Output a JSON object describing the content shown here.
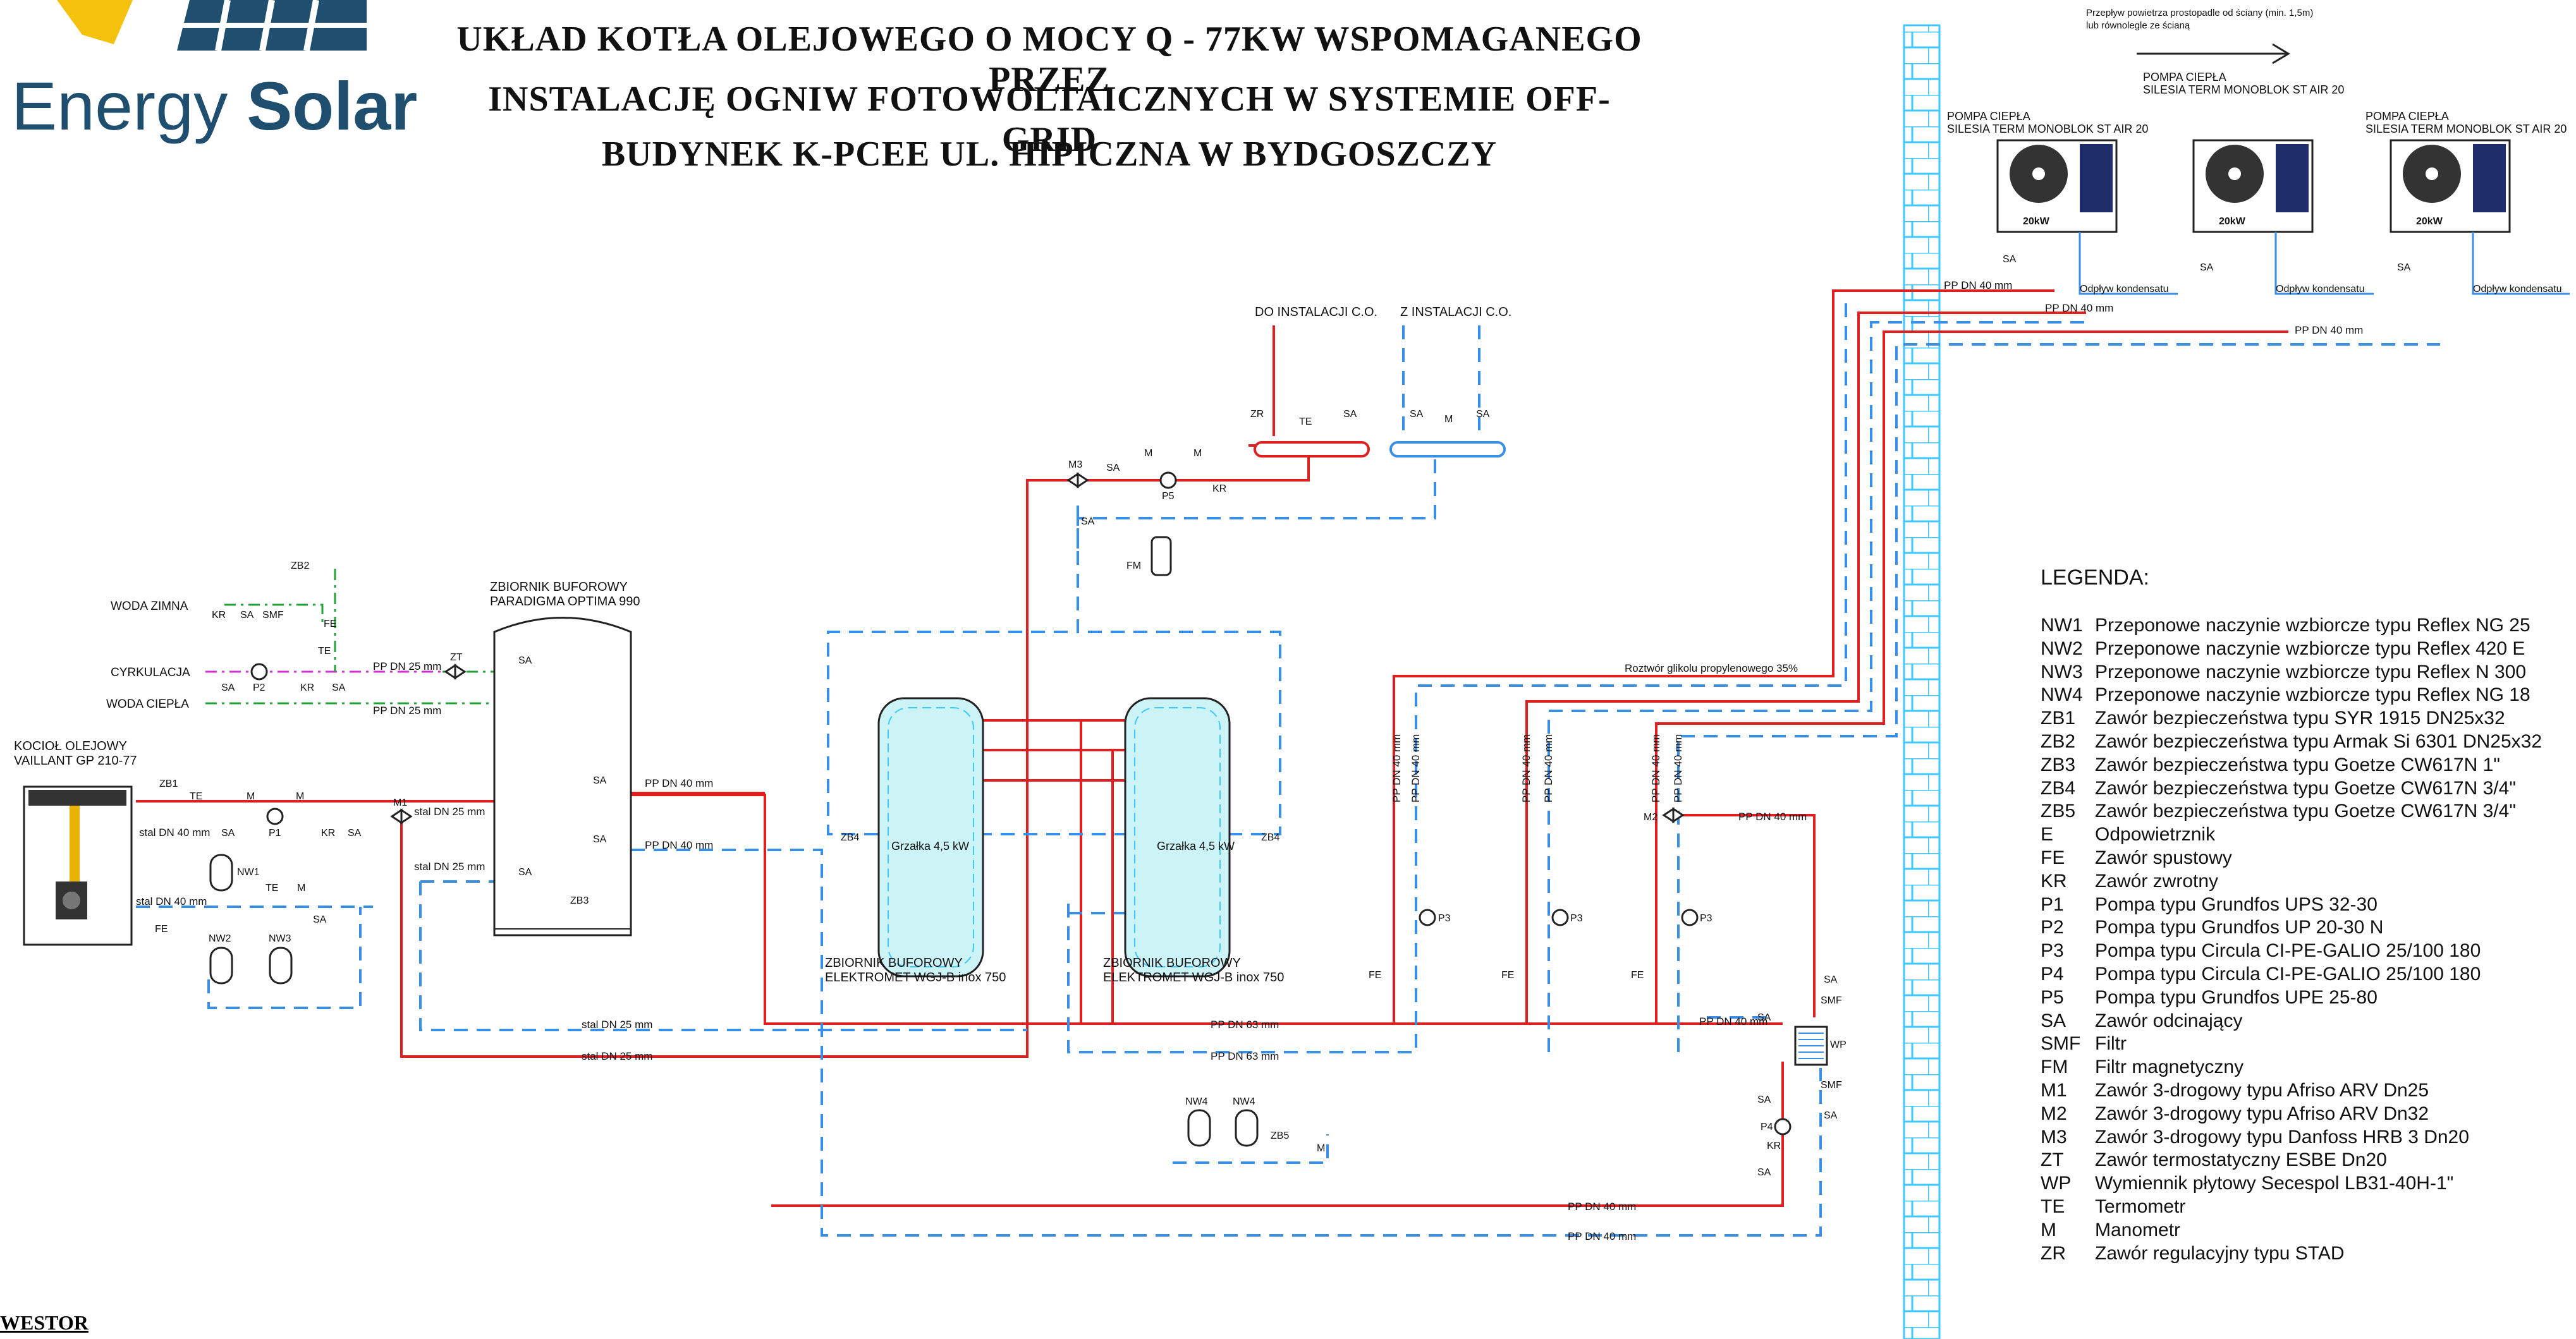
{
  "logo": {
    "word1": "Energy ",
    "word2": "Solar"
  },
  "title": {
    "line1": "UKŁAD KOTŁA OLEJOWEGO O MOCY Q - 77KW WSPOMAGANEGO PRZEZ",
    "line2": "INSTALACJĘ OGNIW FOTOWOLTAICZNYCH W SYSTEMIE OFF-GRID",
    "line3": "BUDYNEK K-PCEE UL. HIPICZNA W BYDGOSZCZY"
  },
  "investor_label": "WESTOR",
  "labels": {
    "boiler": "KOCIOŁ OLEJOWY",
    "boiler_model": "VAILLANT GP 210-77",
    "woda_zimna": "WODA ZIMNA",
    "cyrkulacja": "CYRKULACJA",
    "woda_ciepla": "WODA CIEPŁA",
    "buffer1_a": "ZBIORNIK BUFOROWY",
    "buffer1_b": "PARADIGMA OPTIMA 990",
    "buffer2_a": "ZBIORNIK BUFOROWY",
    "buffer2_b": "ELEKTROMET WGJ-B inox 750",
    "buffer3_a": "ZBIORNIK BUFOROWY",
    "buffer3_b": "ELEKTROMET WGJ-B inox 750",
    "do_co": "DO INSTALACJI C.O.",
    "z_co": "Z INSTALACJI C.O.",
    "glycol": "Roztwór glikolu propylenowego 35%",
    "airflow_1": "Przepływ powietrza prostopadle od ściany (min. 1,5m)",
    "airflow_2": "lub równolegle ze ścianą",
    "hp_a": "POMPA CIEPŁA",
    "hp_b": "SILESIA TERM MONOBLOK ST AIR 20",
    "hp_power": "20kW",
    "condensate": "Odpływ kondensatu",
    "heater": "Grzałka 4,5 kW",
    "pipe_pp40": "PP DN 40 mm",
    "pipe_pp25": "PP DN 25 mm",
    "pipe_pp63": "PP DN 63 mm",
    "pipe_stal40": "stal DN 40 mm",
    "pipe_stal25": "stal DN 25 mm",
    "pipe_pp40_vert": "PP DN 40 mm"
  },
  "tags": {
    "SA": "SA",
    "SMF": "SMF",
    "KR": "KR",
    "FE": "FE",
    "TE": "TE",
    "M": "M",
    "ZT": "ZT",
    "ZR": "ZR",
    "FM": "FM",
    "WP": "WP",
    "P1": "P1",
    "P2": "P2",
    "P3": "P3",
    "P4": "P4",
    "P5": "P5",
    "M1": "M1",
    "M2": "M2",
    "M3": "M3",
    "ZB1": "ZB1",
    "ZB2": "ZB2",
    "ZB3": "ZB3",
    "ZB4": "ZB4",
    "ZB5": "ZB5",
    "NW1": "NW1",
    "NW2": "NW2",
    "NW3": "NW3",
    "NW4": "NW4"
  },
  "legend": {
    "title": "LEGENDA:",
    "items": [
      {
        "code": "NW1",
        "text": "Przeponowe naczynie wzbiorcze typu Reflex NG 25"
      },
      {
        "code": "NW2",
        "text": "Przeponowe naczynie wzbiorcze typu Reflex 420 E"
      },
      {
        "code": "NW3",
        "text": "Przeponowe naczynie wzbiorcze typu Reflex N 300"
      },
      {
        "code": "NW4",
        "text": "Przeponowe naczynie wzbiorcze typu Reflex NG 18"
      },
      {
        "code": "ZB1",
        "text": "Zawór bezpieczeństwa typu SYR 1915 DN25x32"
      },
      {
        "code": "ZB2",
        "text": "Zawór bezpieczeństwa typu Armak Si 6301 DN25x32"
      },
      {
        "code": "ZB3",
        "text": "Zawór bezpieczeństwa typu Goetze CW617N 1\""
      },
      {
        "code": "ZB4",
        "text": "Zawór bezpieczeństwa typu Goetze CW617N 3/4\""
      },
      {
        "code": "ZB5",
        "text": "Zawór bezpieczeństwa typu Goetze CW617N 3/4\""
      },
      {
        "code": "E",
        "text": "Odpowietrznik"
      },
      {
        "code": "FE",
        "text": "Zawór spustowy"
      },
      {
        "code": "KR",
        "text": "Zawór zwrotny"
      },
      {
        "code": "P1",
        "text": "Pompa typu Grundfos UPS 32-30"
      },
      {
        "code": "P2",
        "text": "Pompa typu Grundfos UP 20-30 N"
      },
      {
        "code": "P3",
        "text": "Pompa typu Circula CI-PE-GALIO 25/100 180"
      },
      {
        "code": "P4",
        "text": "Pompa typu Circula CI-PE-GALIO 25/100 180"
      },
      {
        "code": "P5",
        "text": "Pompa typu Grundfos UPE 25-80"
      },
      {
        "code": "SA",
        "text": "Zawór odcinający"
      },
      {
        "code": "SMF",
        "text": "Filtr"
      },
      {
        "code": "FM",
        "text": "Filtr magnetyczny"
      },
      {
        "code": "M1",
        "text": "Zawór 3-drogowy typu Afriso ARV Dn25"
      },
      {
        "code": "M2",
        "text": "Zawór 3-drogowy typu Afriso ARV Dn32"
      },
      {
        "code": "M3",
        "text": "Zawór 3-drogowy typu Danfoss HRB 3 Dn20"
      },
      {
        "code": "ZT",
        "text": "Zawór termostatyczny ESBE Dn20"
      },
      {
        "code": "WP",
        "text": "Wymiennik płytowy Secespol LB31-40H-1\""
      },
      {
        "code": "TE",
        "text": "Termometr"
      },
      {
        "code": "M",
        "text": "Manometr"
      },
      {
        "code": "ZR",
        "text": "Zawór regulacyjny typu STAD"
      }
    ]
  },
  "colors": {
    "supply": "#e02020",
    "return": "#3a8ee6",
    "water_green": "#21a336",
    "circulation": "#d030d0",
    "wall": "#3ec8ff",
    "logo_blue": "#1f4e6e",
    "logo_yellow": "#f4c20d",
    "boiler_yellow": "#e8b400",
    "tank_fill": "#ccf3f6"
  }
}
